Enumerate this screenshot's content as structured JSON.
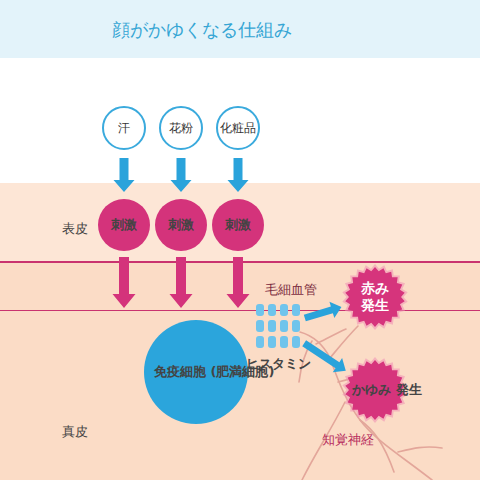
{
  "diagram": {
    "title": "顔がかゆくなる仕組み",
    "nodes": [
      {
        "text": [
          "汗"
        ]
      },
      {
        "text": [
          "花粉"
        ]
      },
      {
        "text": [
          "化粧品"
        ]
      },
      {
        "text": [
          "表皮"
        ]
      },
      {
        "text": [
          "刺激"
        ],
        "in": 3
      },
      {
        "text": [
          "刺激"
        ],
        "in": 3
      },
      {
        "text": [
          "刺激"
        ],
        "in": 3
      },
      {
        "text": [
          "毛細血管"
        ]
      },
      {
        "text": [
          "真皮"
        ]
      },
      {
        "text": [
          "免疫細胞 (肥満細胞)"
        ],
        "in": 8
      },
      {
        "text": [
          "ヒスタミン"
        ],
        "in": 8
      },
      {
        "text": [
          "赤み 発生"
        ]
      },
      {
        "text": [
          "かゆみ 発生"
        ],
        "in": 8
      }
    ],
    "edges": [
      {
        "from": 0,
        "to": 4,
        "arrow": "to"
      },
      {
        "from": 1,
        "to": 5,
        "arrow": "to"
      },
      {
        "from": 2,
        "to": 6,
        "arrow": "to"
      },
      {
        "from": 4,
        "to": 9,
        "arrow": "to"
      },
      {
        "from": 5,
        "to": 9,
        "arrow": "to"
      },
      {
        "from": 6,
        "to": 9,
        "arrow": "to"
      },
      {
        "from": 10,
        "to": 11,
        "arrow": "to"
      },
      {
        "from": 10,
        "to": 12,
        "arrow": "to"
      }
    ],
    "labels": [
      "知覚神経"
    ]
  }
}
